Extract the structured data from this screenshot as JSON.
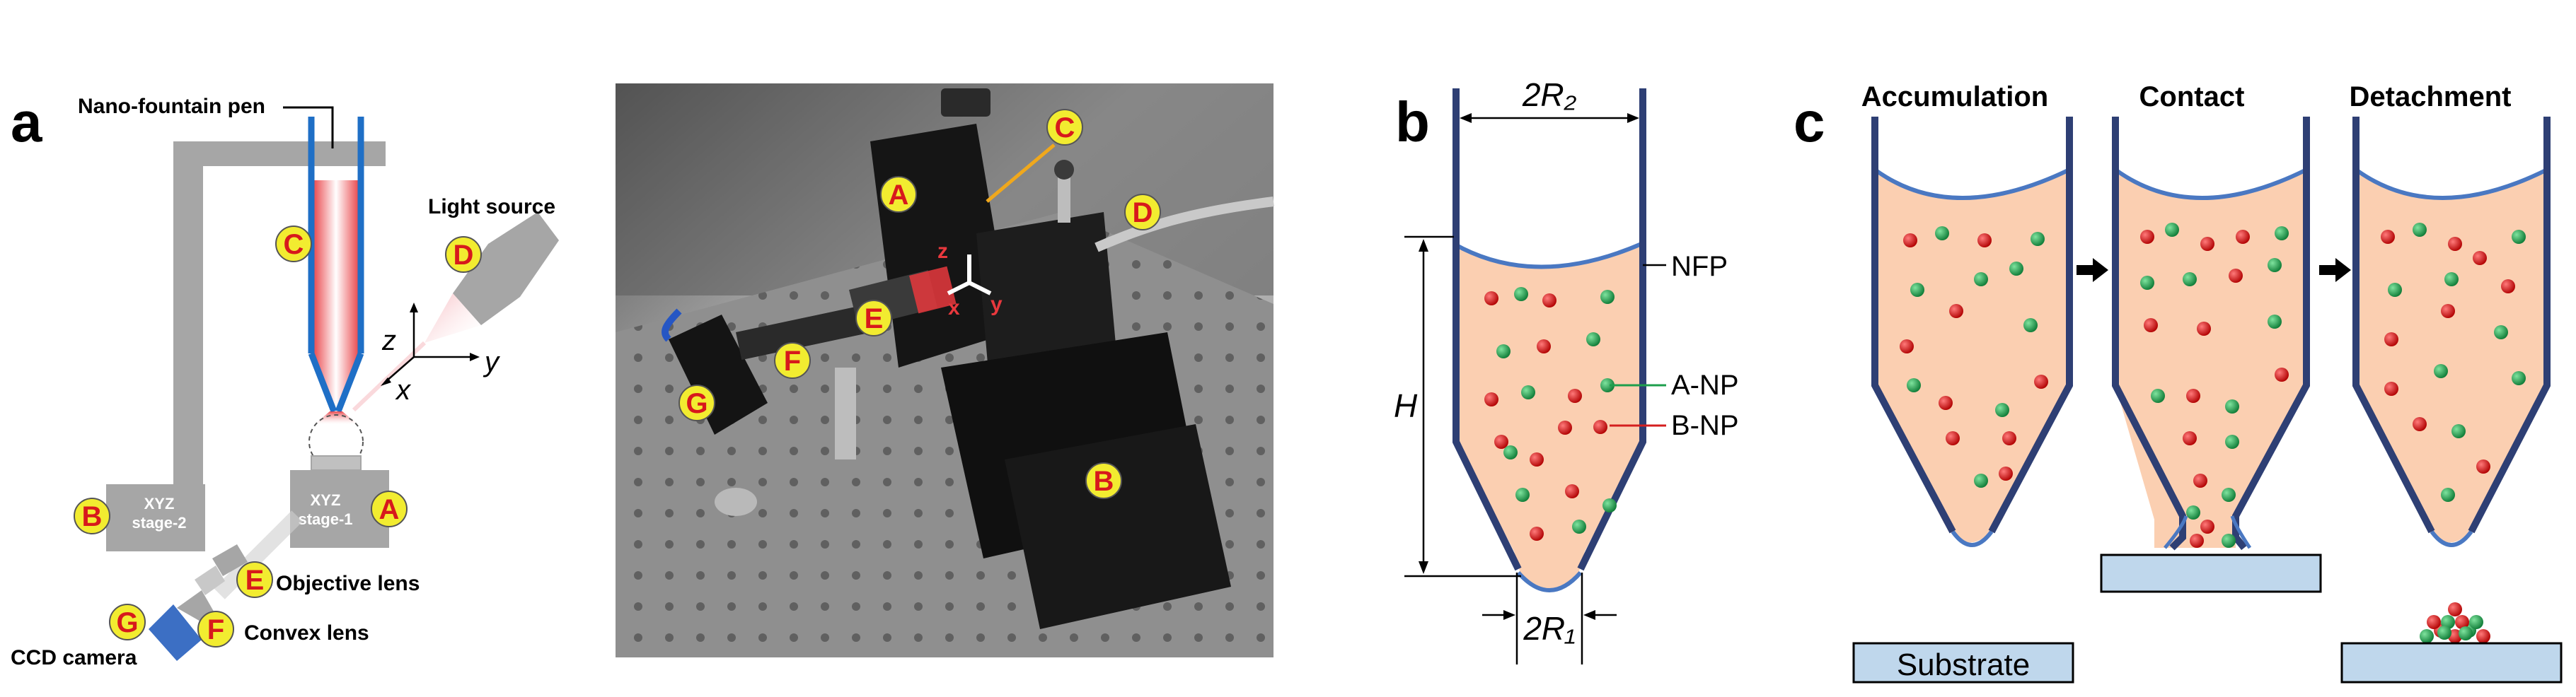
{
  "panels": {
    "a": "a",
    "b": "b",
    "c": "c"
  },
  "colors": {
    "pen_blue": "#1f6fc6",
    "pen_red": "#e8383d",
    "grey": "#a6a6a6",
    "badge_fill": "#f2ec30",
    "badge_text": "#d7191c",
    "tube_outline": "#2e3f74",
    "tube_fill": "#fbcfb1",
    "meniscus": "#4a78c2",
    "np_red": "#d41f1f",
    "np_green": "#1e9f4c",
    "substrate_fill": "#bfd7ec",
    "camera_blue": "#3c6fc4"
  },
  "panel_a": {
    "pen_label": "Nano-fountain pen",
    "light_source": "Light source",
    "stage2": [
      "XYZ",
      "stage-2"
    ],
    "stage1": [
      "XYZ",
      "stage-1"
    ],
    "objective": "Objective  lens",
    "convex": "Convex lens",
    "ccd": "CCD camera",
    "axes": {
      "z": "z",
      "y": "y",
      "x": "x"
    },
    "badges": [
      "A",
      "B",
      "C",
      "D",
      "E",
      "F",
      "G"
    ]
  },
  "photo": {
    "badges": [
      "A",
      "B",
      "C",
      "D",
      "E",
      "F",
      "G"
    ],
    "axes": {
      "x": "x",
      "y": "y",
      "z": "z"
    }
  },
  "panel_b": {
    "top_dim": "2R₂",
    "height_dim": "H",
    "bottom_dim": "2R₁",
    "nfp": "NFP",
    "a_np": "A-NP",
    "b_np": "B-NP"
  },
  "panel_c": {
    "stage_titles": [
      "Accumulation",
      "Contact",
      "Detachment"
    ],
    "substrate": "Substrate"
  }
}
